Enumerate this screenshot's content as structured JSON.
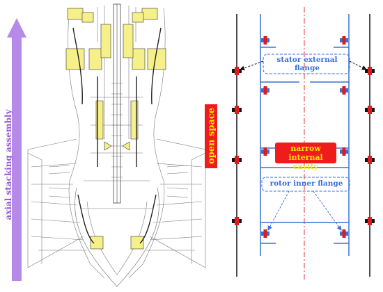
{
  "labels": {
    "axial": "axial stacking assembly",
    "open_space": "open space",
    "cavity_line1": "narrow",
    "cavity_line2": "internal cavity",
    "stator_line1": "stator external",
    "stator_line2": "flange",
    "rotor": "rotor inner flange"
  },
  "colors": {
    "arrow": "#9b59d9",
    "highlight_red": "#ef1c1c",
    "highlight_text": "#ffe400",
    "schematic_blue": "#3b6fd8",
    "engine_yellow": "#f6f08a",
    "centerline": "#e23a3a"
  }
}
